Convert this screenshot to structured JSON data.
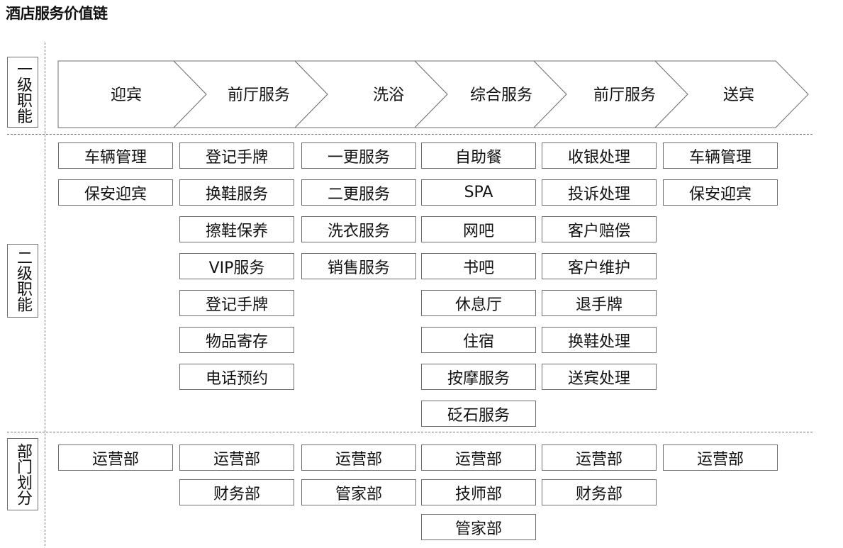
{
  "title": "酒店服务价值链",
  "row_labels": {
    "primary": "一级职能",
    "secondary": "二级职能",
    "department": "部门划分"
  },
  "stages": [
    {
      "name": "迎宾",
      "functions": [
        "车辆管理",
        "保安迎宾"
      ],
      "departments": [
        "运营部"
      ]
    },
    {
      "name": "前厅服务",
      "functions": [
        "登记手牌",
        "换鞋服务",
        "擦鞋保养",
        "VIP服务",
        "登记手牌",
        "物品寄存",
        "电话预约"
      ],
      "departments": [
        "运营部",
        "财务部"
      ]
    },
    {
      "name": "洗浴",
      "functions": [
        "一更服务",
        "二更服务",
        "洗衣服务",
        "销售服务"
      ],
      "departments": [
        "运营部",
        "管家部"
      ]
    },
    {
      "name": "综合服务",
      "functions": [
        "自助餐",
        "SPA",
        "网吧",
        "书吧",
        "休息厅",
        "住宿",
        "按摩服务",
        "砭石服务"
      ],
      "departments": [
        "运营部",
        "技师部",
        "管家部"
      ]
    },
    {
      "name": "前厅服务",
      "functions": [
        "收银处理",
        "投诉处理",
        "客户赔偿",
        "客户维护",
        "退手牌",
        "换鞋处理",
        "送宾处理"
      ],
      "departments": [
        "运营部",
        "财务部"
      ]
    },
    {
      "name": "送宾",
      "functions": [
        "车辆管理",
        "保安迎宾"
      ],
      "departments": [
        "运营部"
      ]
    }
  ]
}
